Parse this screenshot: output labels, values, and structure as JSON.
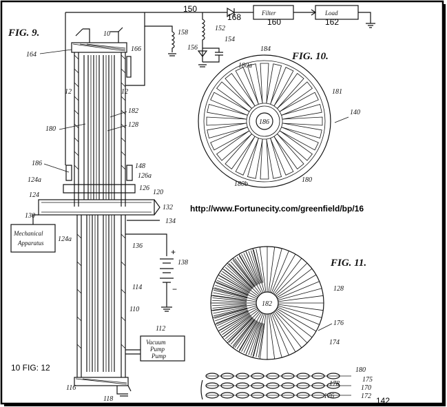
{
  "top_labels": {
    "n150": "150",
    "n168": "168",
    "n160": "160",
    "n162": "162",
    "filter": "Filter",
    "load": "Load"
  },
  "fig9": {
    "title": "FIG. 9.",
    "refs": {
      "r10": "10",
      "r152": "152",
      "r154": "154",
      "r156": "156",
      "r158": "158",
      "r164": "164",
      "r166": "166",
      "r12a": "12",
      "r12b": "12",
      "r182": "182",
      "r180": "180",
      "r128": "128",
      "r186": "186",
      "r124a": "124a",
      "r124": "124",
      "r148": "148",
      "r126a": "126a",
      "r126": "126",
      "r120": "120",
      "r132": "132",
      "r134": "134",
      "r130": "130",
      "r124a2": "124a",
      "r136": "136",
      "r138": "138",
      "r114": "114",
      "r110": "110",
      "r112": "112",
      "r116": "116",
      "r118": "118",
      "plus": "+",
      "minus": "−"
    },
    "mechanical_box": [
      "Mechanical",
      "Apparatus"
    ],
    "vacuum_box": [
      "Vacuum",
      "Pump",
      "Pump"
    ]
  },
  "fig10": {
    "title": "FIG. 10.",
    "refs": {
      "r180a": "180a",
      "r184": "184",
      "r181": "181",
      "r140": "140",
      "r186": "186",
      "r180b": "180b",
      "r180": "180"
    }
  },
  "fig11": {
    "title": "FIG. 11.",
    "refs": {
      "r128": "128",
      "r182": "182",
      "r176": "176",
      "r174": "174"
    }
  },
  "fig12": {
    "caption": "10 FIG: 12",
    "refs": {
      "r180": "180",
      "r175": "175",
      "r178": "178",
      "r170": "170",
      "r172": "172",
      "r176": "176",
      "r142": "142"
    }
  },
  "url": "http://www.Fortunecity.com/greenfield/bp/16"
}
